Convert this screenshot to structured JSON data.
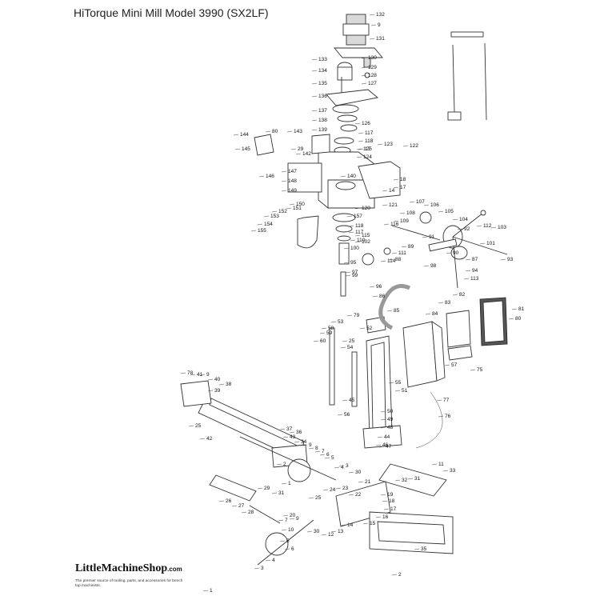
{
  "title": "HiTorque Mini Mill Model 3990 (SX2LF)",
  "brand": {
    "name": "LittleMachineShop",
    "suffix": ".com",
    "tagline": "The premier source of tooling, parts, and accessories for bench top machinists."
  },
  "callouts": [
    "132",
    "9",
    "131",
    "133",
    "130",
    "129",
    "134",
    "128",
    "135",
    "127",
    "136",
    "137",
    "126",
    "138",
    "139",
    "117",
    "118",
    "144",
    "80",
    "143",
    "145",
    "146",
    "142",
    "29",
    "125",
    "123",
    "122",
    "17",
    "124",
    "147",
    "148",
    "149",
    "140",
    "18",
    "17",
    "14",
    "150",
    "121",
    "120",
    "151",
    "152",
    "153",
    "154",
    "155",
    "157",
    "107",
    "106",
    "118",
    "117",
    "108",
    "105",
    "109",
    "104",
    "110",
    "116",
    "91",
    "92",
    "103",
    "102",
    "112",
    "101",
    "100",
    "115",
    "111",
    "89",
    "90",
    "95",
    "114",
    "88",
    "93",
    "99",
    "87",
    "98",
    "94",
    "97",
    "113",
    "96",
    "86",
    "85",
    "84",
    "83",
    "82",
    "81",
    "80",
    "79",
    "52",
    "53",
    "58",
    "59",
    "60",
    "25",
    "54",
    "55",
    "51",
    "50",
    "49",
    "48",
    "47",
    "44",
    "46",
    "45",
    "56",
    "57",
    "77",
    "76",
    "75",
    "78",
    "41",
    "9",
    "40",
    "39",
    "38",
    "37",
    "36",
    "25",
    "42",
    "43",
    "34",
    "9",
    "8",
    "7",
    "6",
    "5",
    "4",
    "3",
    "2",
    "35",
    "1",
    "11",
    "33",
    "32",
    "31",
    "30",
    "21",
    "22",
    "23",
    "24",
    "25",
    "26",
    "27",
    "28",
    "29",
    "31",
    "30",
    "12",
    "13",
    "14",
    "15",
    "16",
    "17",
    "18",
    "19",
    "20",
    "9",
    "7",
    "10",
    "5",
    "6",
    "4",
    "3",
    "2",
    "1"
  ]
}
